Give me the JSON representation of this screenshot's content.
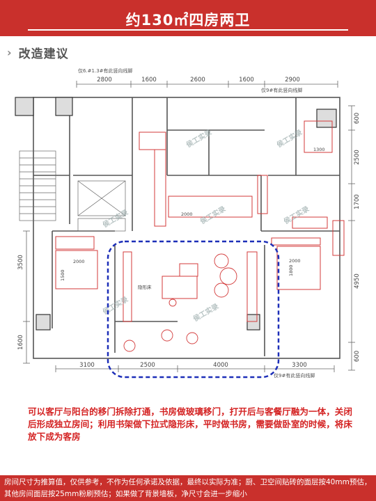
{
  "header": {
    "title": "约130㎡四房两卫"
  },
  "section": {
    "chevron": "›",
    "title": "改造建议"
  },
  "plan": {
    "top_dims": [
      "2800",
      "1600",
      "2600",
      "1600",
      "2900"
    ],
    "bottom_dims": [
      "3100",
      "2500",
      "4000",
      "3300"
    ],
    "right_dims": [
      "600",
      "2500",
      "1700",
      "4950",
      "600"
    ],
    "left_dims": [
      "3500",
      "1600"
    ],
    "note_top_left": "仅6.#1.3#有此竖向线脚",
    "note_top_right": "仅9#有此竖向线脚",
    "note_bottom_right": "仅9#有此竖向线脚",
    "bed_dims": [
      "1500",
      "2000",
      "1800",
      "2000",
      "2000",
      "1300"
    ],
    "small_label": "隐形床",
    "watermark": "侯工实录"
  },
  "description": "可以客厅与阳台的移门拆除打通，书房做玻璃移门，打开后与客餐厅融为一体，关闭后形成独立房间；利用书架做下拉式隐形床，平时做书房，需要做卧室的时候，将床放下成为客房",
  "footer": {
    "text": "房间尺寸为推算值，仅供参考，不作为任何承诺及依据，最终以实际为准；厨、卫空间贴砖的面层按40mm预估，其他房间面层按25mm粉刷预估；如果做了背景墙板，净尺寸会进一步缩小"
  },
  "colors": {
    "brand": "#c9302c",
    "highlight_text": "#d42323",
    "dashed_box": "#1d2fb8",
    "furniture": "#d33a3a"
  }
}
